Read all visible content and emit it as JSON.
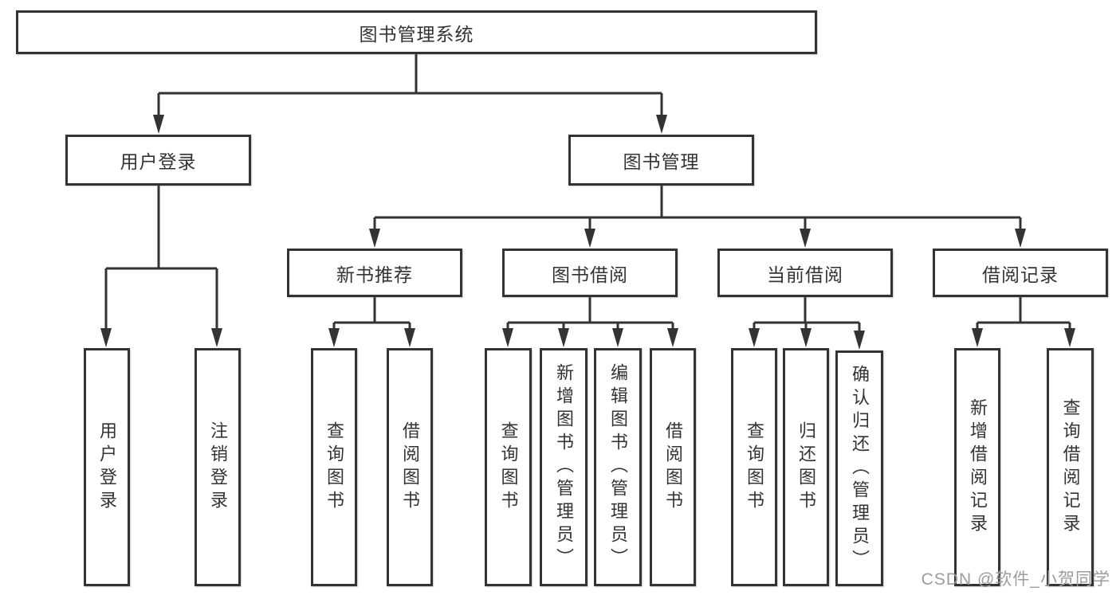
{
  "tree": {
    "root": {
      "label": "图书管理系统"
    },
    "branches": [
      {
        "label": "用户登录",
        "leaves": [
          {
            "label": "用户登录"
          },
          {
            "label": "注销登录"
          }
        ]
      },
      {
        "label": "图书管理",
        "groups": [
          {
            "label": "新书推荐",
            "leaves": [
              {
                "label": "查询图书"
              },
              {
                "label": "借阅图书"
              }
            ]
          },
          {
            "label": "图书借阅",
            "leaves": [
              {
                "label": "查询图书"
              },
              {
                "label": "新增图书（管理员）"
              },
              {
                "label": "编辑图书（管理员）"
              },
              {
                "label": "借阅图书"
              }
            ]
          },
          {
            "label": "当前借阅",
            "leaves": [
              {
                "label": "查询图书"
              },
              {
                "label": "归还图书"
              },
              {
                "label": "确认归还（管理员）"
              }
            ]
          },
          {
            "label": "借阅记录",
            "leaves": [
              {
                "label": "新增借阅记录"
              },
              {
                "label": "查询借阅记录"
              }
            ]
          }
        ]
      }
    ]
  },
  "watermark": {
    "text": "CSDN @软件_小贺同学"
  },
  "colors": {
    "line": "#333333",
    "box_border": "#333333",
    "text": "#333333",
    "background": "#ffffff",
    "watermark": "#9c9c9c"
  }
}
